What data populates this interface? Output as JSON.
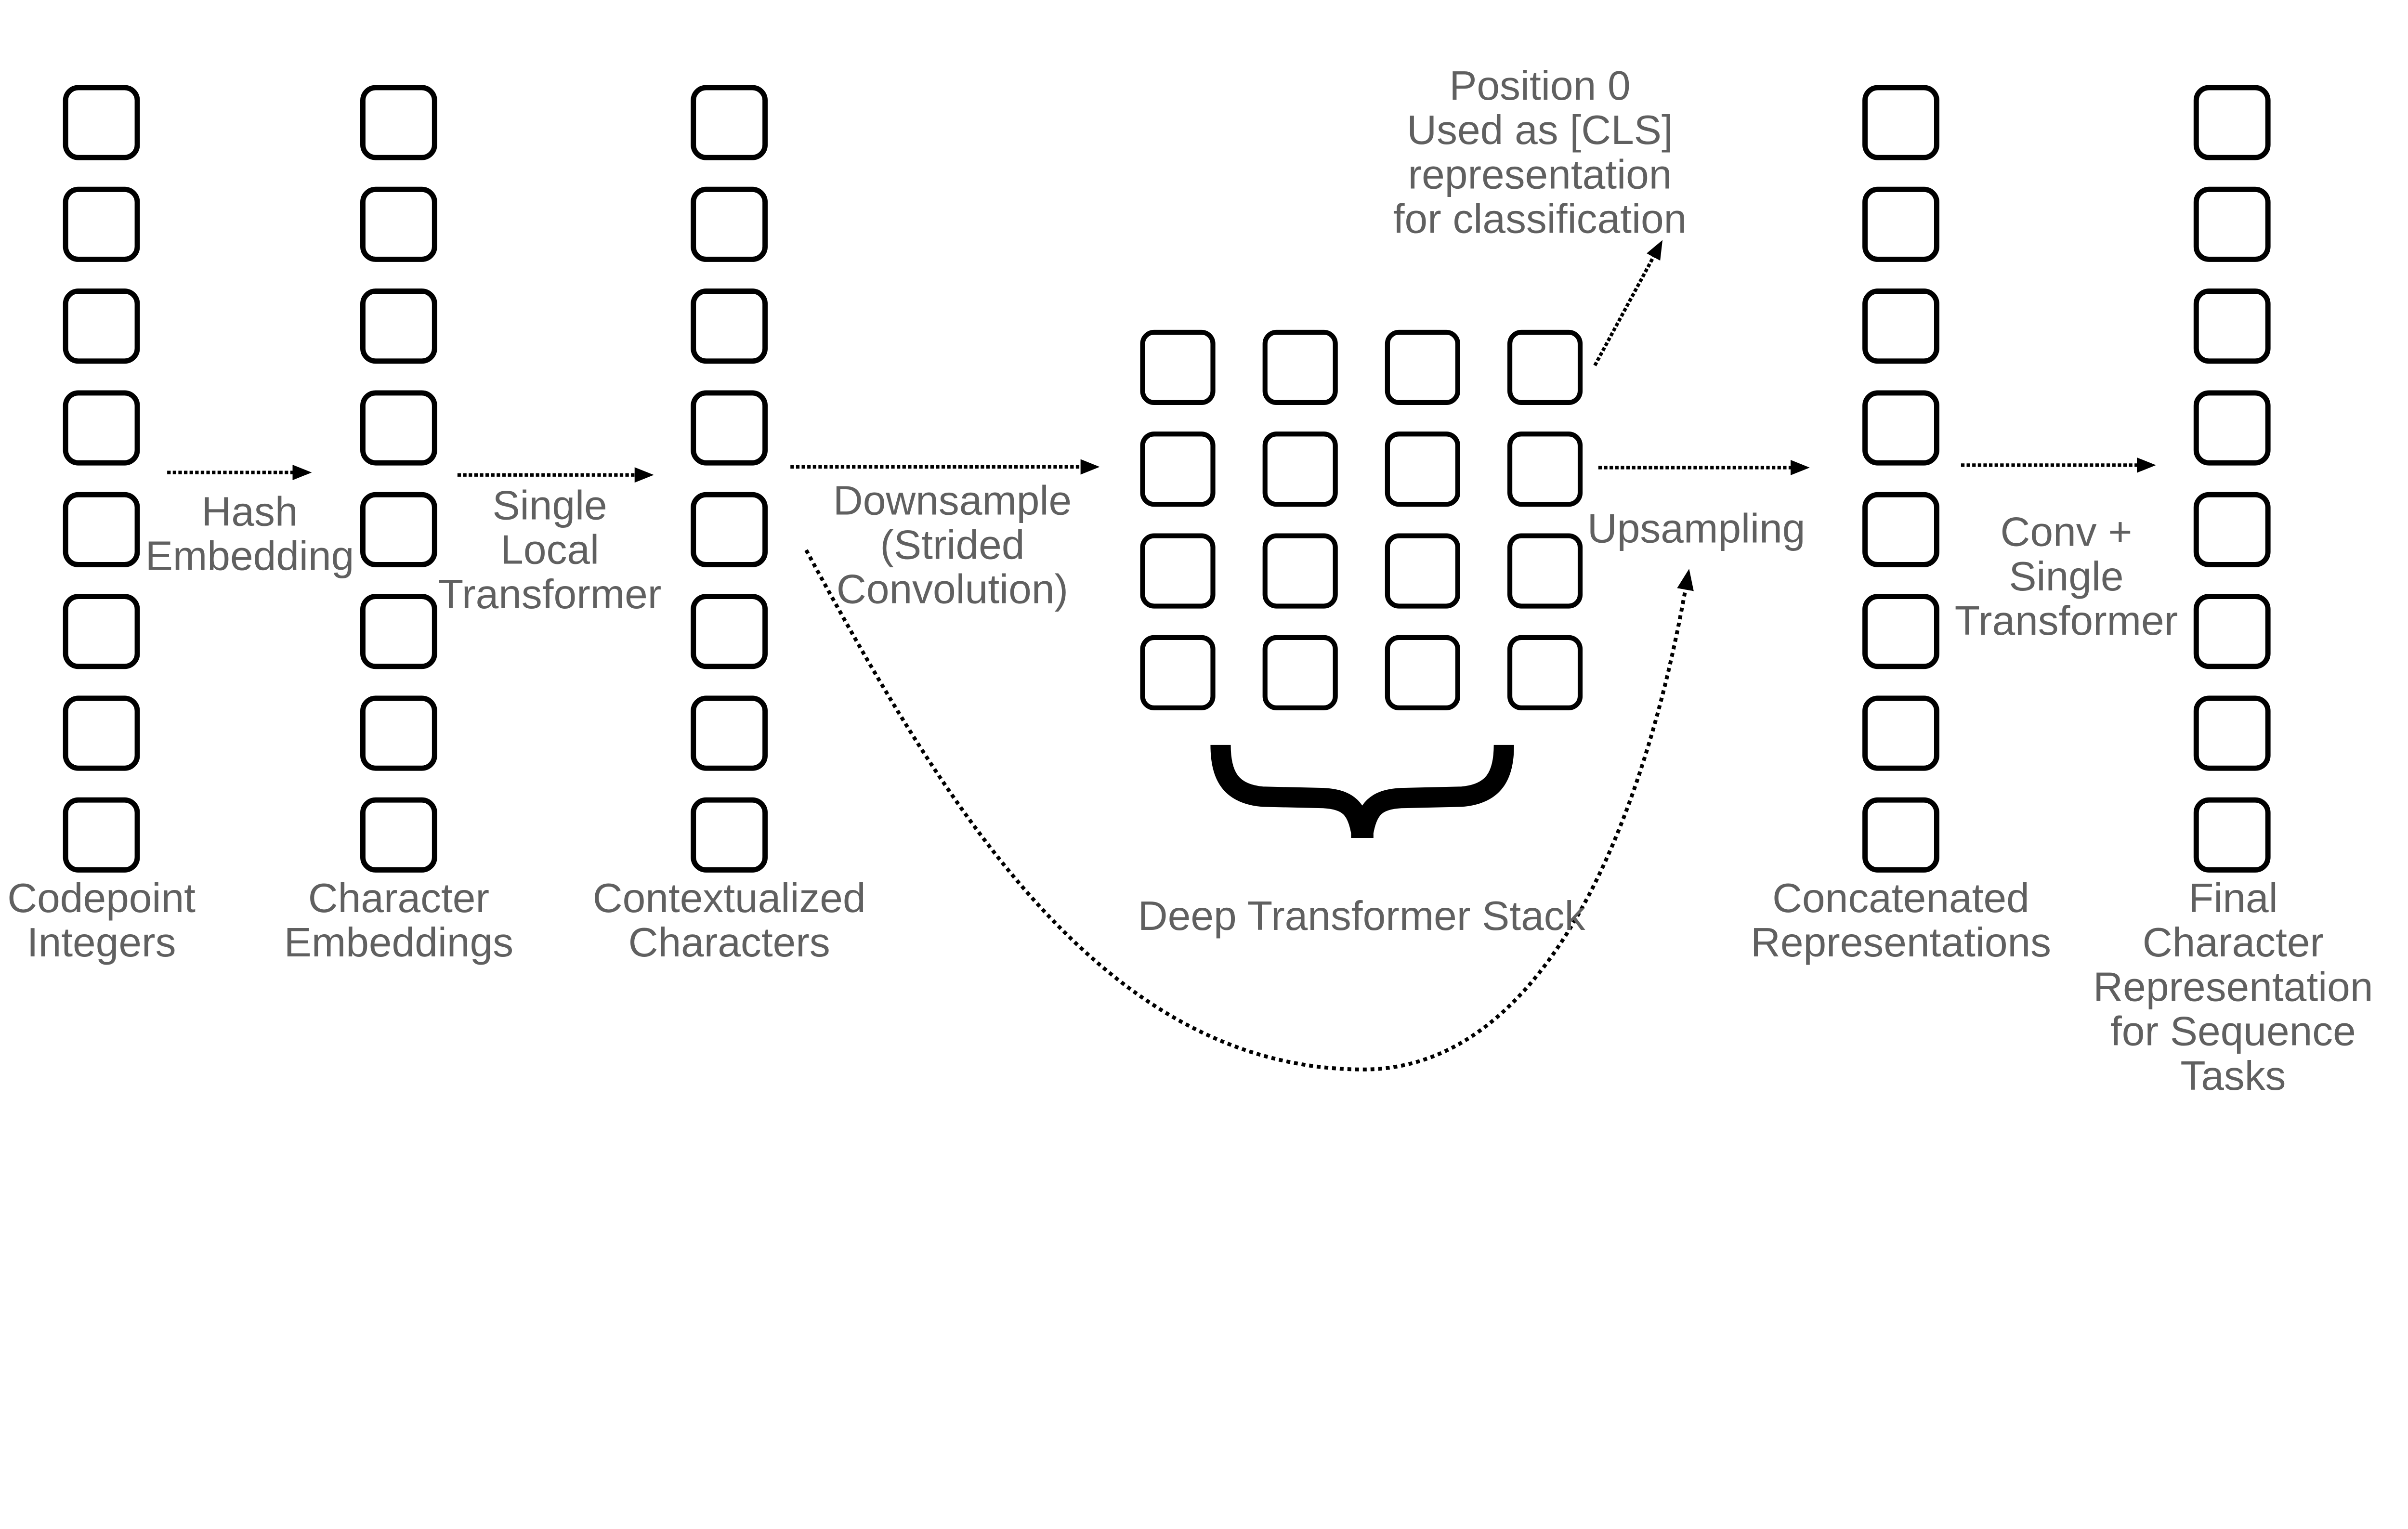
{
  "columns": [
    {
      "name": "codepoint-integers",
      "label": "Codepoint\nIntegers",
      "boxes": 8
    },
    {
      "name": "character-embeddings",
      "label": "Character\nEmbeddings",
      "boxes": 8
    },
    {
      "name": "contextualized-characters",
      "label": "Contextualized\nCharacters",
      "boxes": 8
    },
    {
      "name": "concatenated-representations",
      "label": "Concatenated\nRepresentations",
      "boxes": 8
    },
    {
      "name": "final-character-representation",
      "label": "Final\nCharacter\nRepresentation\nfor Sequence Tasks",
      "boxes": 8
    }
  ],
  "grid": {
    "label": "Deep Transformer Stack",
    "rows": 4,
    "cols": 4
  },
  "flow": {
    "hash_embedding": "Hash\nEmbedding",
    "single_local_transformer": "Single\nLocal\nTransformer",
    "downsample": "Downsample\n(Strided\nConvolution)",
    "position0": "Position 0\nUsed as [CLS]\nrepresentation\nfor classification",
    "upsampling": "Upsampling",
    "conv_single_transformer": "Conv +\nSingle\nTransformer"
  },
  "colors": {
    "text": "#606060",
    "line": "#000000",
    "box_fill": "#ffffff",
    "background": "#ffffff"
  }
}
